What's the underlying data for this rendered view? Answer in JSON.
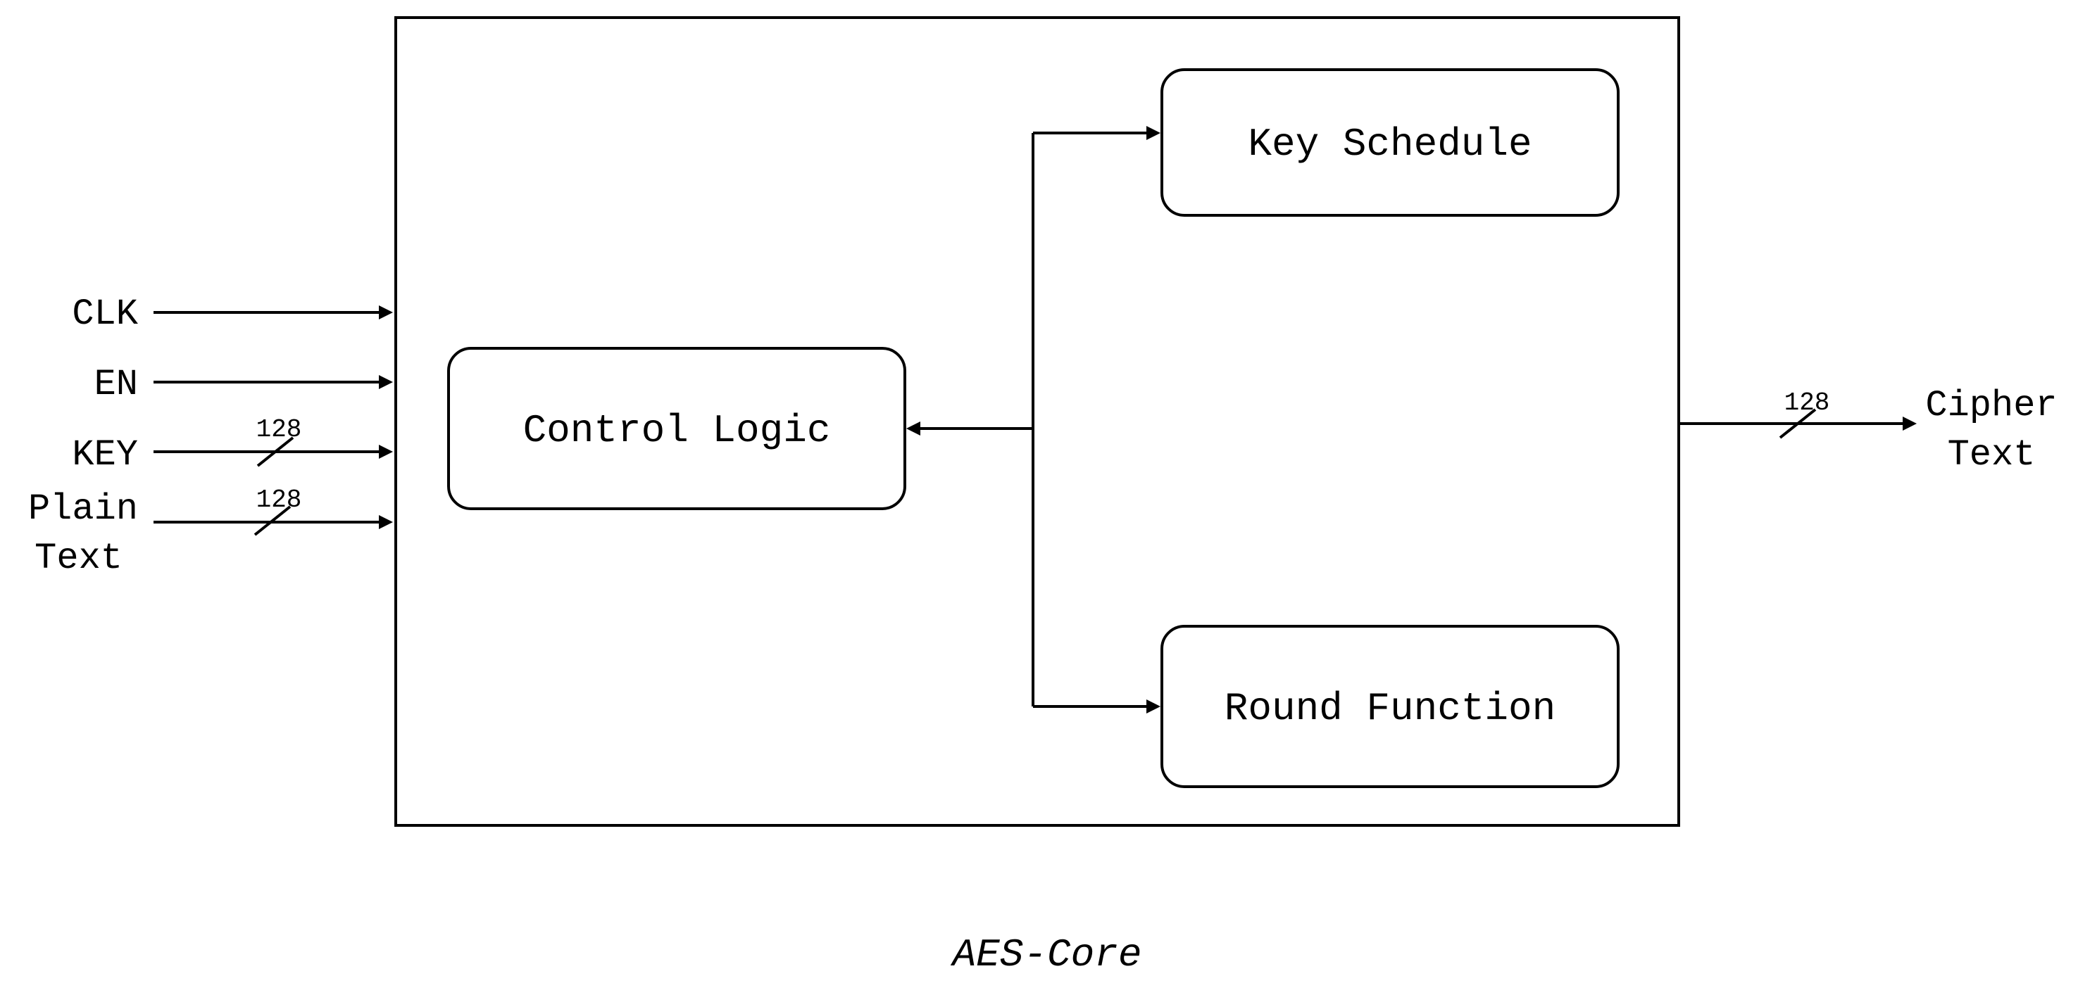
{
  "inputs": {
    "clk": "CLK",
    "en": "EN",
    "key": "KEY",
    "plain_line1": "Plain",
    "plain_line2": "Text"
  },
  "bus_widths": {
    "key": "128",
    "plain_text": "128",
    "cipher_text": "128"
  },
  "blocks": {
    "control_logic": "Control Logic",
    "key_schedule": "Key Schedule",
    "round_function": "Round Function"
  },
  "outputs": {
    "cipher_line1": "Cipher",
    "cipher_line2": "Text"
  },
  "caption": "AES-Core"
}
